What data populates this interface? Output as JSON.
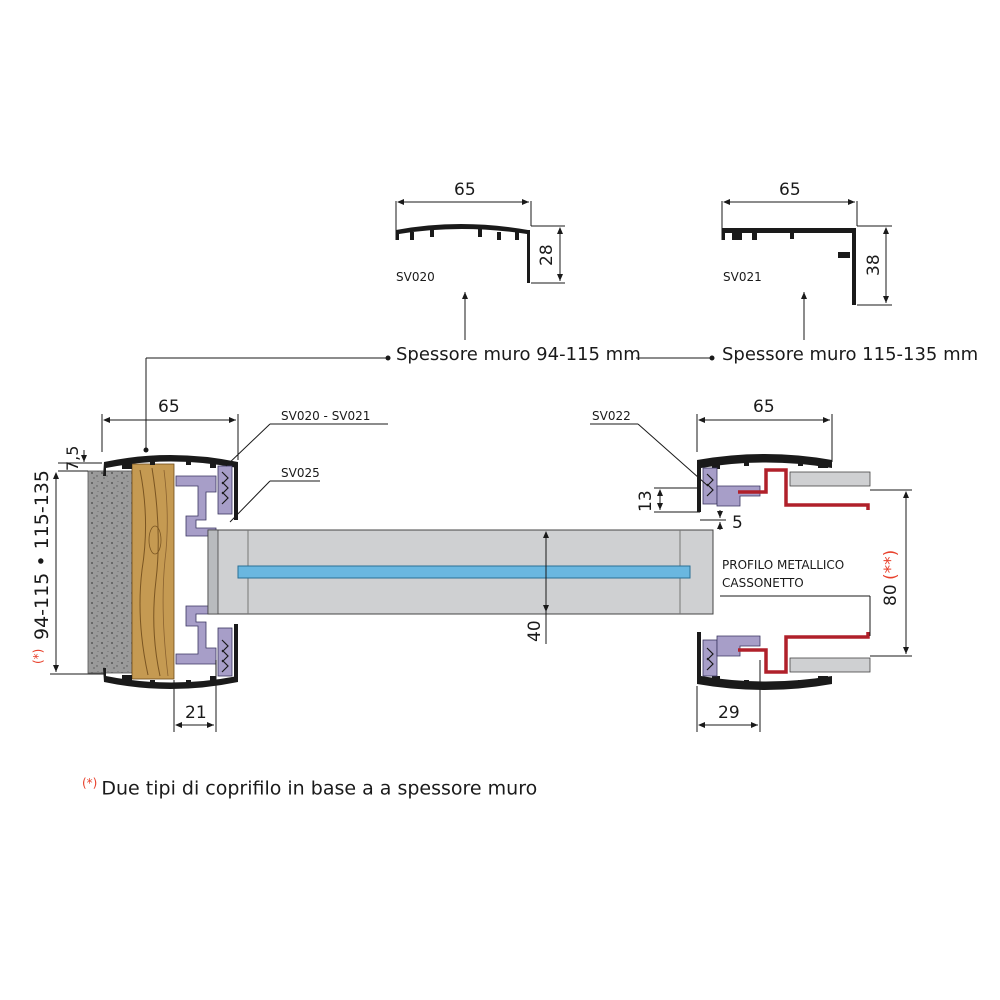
{
  "top_left_profile": {
    "code": "SV020",
    "width_dim": "65",
    "height_dim": "28",
    "wall_label": "Spessore muro 94-115 mm"
  },
  "top_right_profile": {
    "code": "SV021",
    "width_dim": "65",
    "height_dim": "38",
    "wall_label": "Spessore muro 115-135 mm"
  },
  "section_left": {
    "width_dim": "65",
    "callout_1": "SV020 - SV021",
    "callout_2": "SV025",
    "thickness_dim": "7,5",
    "wall_dim": "94-115 • 115-135",
    "wall_dim_mark": "(*)",
    "bottom_dim": "21",
    "panel_dim": "40"
  },
  "section_right": {
    "width_dim": "65",
    "callout": "SV022",
    "dim_13": "13",
    "dim_5": "5",
    "box_label_line1": "PROFILO METALLICO",
    "box_label_line2": "CASSONETTO",
    "height_dim": "80",
    "height_dim_mark": "(**)",
    "bottom_dim": "29"
  },
  "footnote": {
    "mark": "(*)",
    "text": "Due tipi di coprifilo in base a a spessore muro"
  },
  "colors": {
    "accent_red": "#e8412c",
    "gasket_purple": "#a79ec8",
    "glass_blue": "#6ab7e0",
    "wood": "#c59a52"
  }
}
